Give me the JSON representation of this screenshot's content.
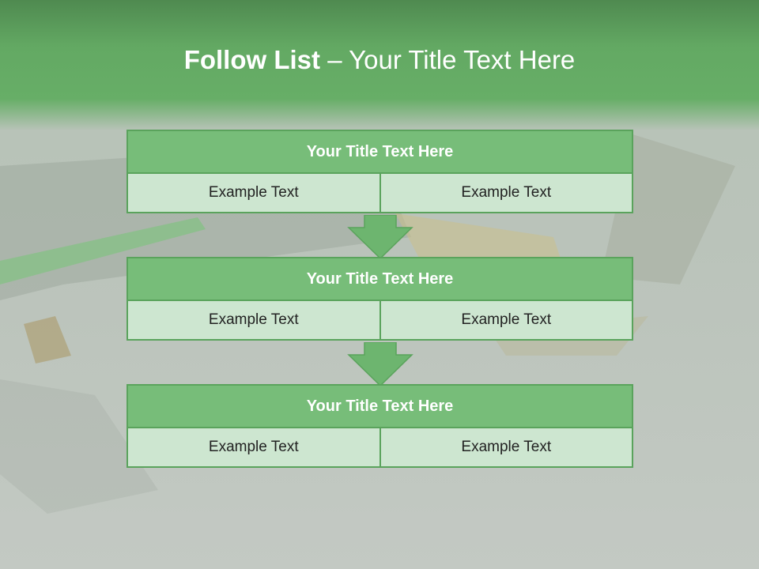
{
  "slide": {
    "title_bold": "Follow List",
    "title_rest": " – Your Title Text Here"
  },
  "blocks": [
    {
      "title": "Your Title Text Here",
      "left": "Example Text",
      "right": "Example Text"
    },
    {
      "title": "Your Title Text Here",
      "left": "Example Text",
      "right": "Example Text"
    },
    {
      "title": "Your Title Text Here",
      "left": "Example Text",
      "right": "Example Text"
    }
  ],
  "colors": {
    "header_fill": "#77bd79",
    "cell_fill": "#cde6d0",
    "border": "#5aa35c",
    "arrow": "#6db56f"
  }
}
